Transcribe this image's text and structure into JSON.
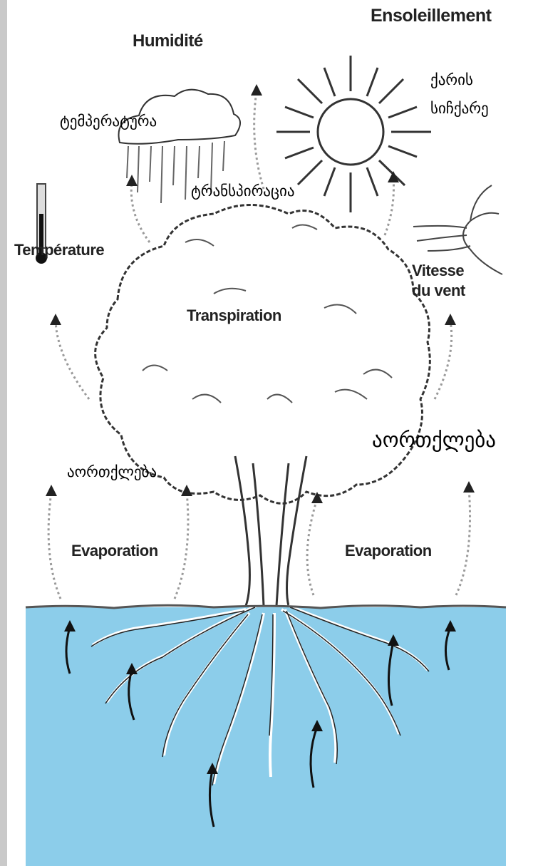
{
  "labels": {
    "ensoleillement": "Ensoleillement",
    "humidite": "Humidité",
    "temperature_fr": "Température",
    "vitesse_vent": [
      "Vitesse",
      "du vent"
    ],
    "transpiration": "Transpiration",
    "evaporation_left": "Evaporation",
    "evaporation_right": "Evaporation",
    "ka_temperature": "ტემპერატურა",
    "ka_transpiration": "ტრანსპირაცია",
    "ka_wind_speed": [
      "ქარის",
      "სიჩქარე"
    ],
    "ka_evaporation_left": "აორთქლება",
    "ka_evaporation_right": "აორთქლება"
  },
  "colors": {
    "soil": "#8ccdea",
    "border": "#c9c9c9",
    "ink": "#222222",
    "dotted": "#9a9a9a"
  }
}
